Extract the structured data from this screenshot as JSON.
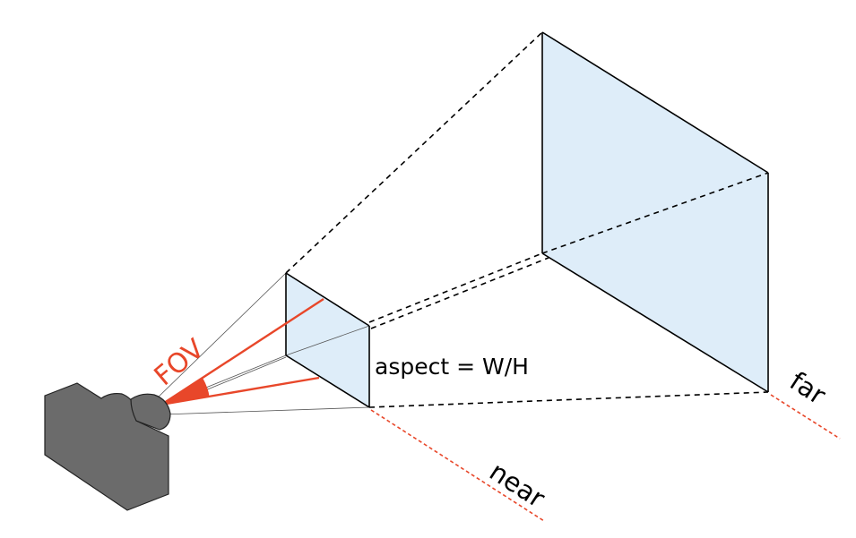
{
  "title": "Camera frustum diagram",
  "labels": {
    "fov": "FOV",
    "aspect": "aspect = W/H",
    "near": "near",
    "far": "far"
  },
  "colors": {
    "plane_fill": "#deedf9",
    "outline": "#000000",
    "accent_red": "#e8472a",
    "camera_body": "#6b6b6b",
    "guide_line": "#555555"
  },
  "elements": {
    "camera": "camera-icon",
    "near_plane": "near clipping plane",
    "far_plane": "far clipping plane"
  }
}
